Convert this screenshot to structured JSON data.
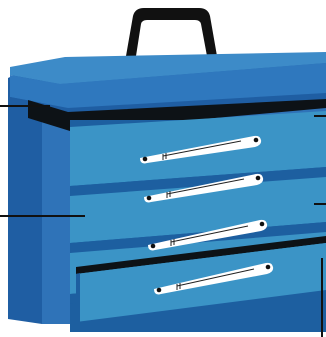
{
  "figure": {
    "subject": "toolbox-with-drawers",
    "drawer_count": 4,
    "callout_count": 5,
    "colors": {
      "background": "#ffffff",
      "outline": "#111111",
      "body_front": "#2f73b8",
      "body_side": "#1f5ea3",
      "lid_top": "#3d8bc8",
      "lid_front": "#2f78be",
      "drawer_face": "#3b94c6",
      "drawer_shadow": "#1d5fa0",
      "handle": "#ffffff",
      "dark_cavity": "#0d1216"
    },
    "icons": [
      "carry-handle-icon",
      "drawer-pull-icon"
    ]
  }
}
